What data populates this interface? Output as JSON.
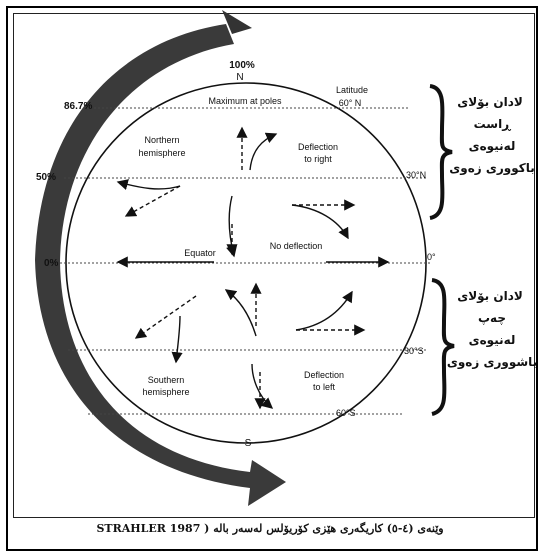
{
  "figure": {
    "pole_n": "N",
    "pole_s": "S",
    "labels": {
      "max_at_poles": "Maximum at poles",
      "latitude": "Latitude",
      "lat_60n": "60° N",
      "lat_30n": "30°N",
      "lat_0": "0°",
      "lat_30s": "30°S",
      "lat_60s": "60°S",
      "northern_hemisphere": [
        "Northern",
        "hemisphere"
      ],
      "deflection_right": [
        "Deflection",
        "to right"
      ],
      "equator": "Equator",
      "no_deflection": "No deflection",
      "southern_hemisphere": [
        "Southern",
        "hemisphere"
      ],
      "deflection_left": [
        "Deflection",
        "to left"
      ]
    },
    "percent_scale": {
      "p100": "100%",
      "p86": "86.7%",
      "p50": "50%",
      "p0": "0%"
    },
    "kurdish_right_upper": [
      "لادان بۆلای",
      "ڕاست",
      "لەنیوەی",
      "باکووری زەوی"
    ],
    "kurdish_right_lower": [
      "لادان بۆلای",
      "چەپ",
      "لەنیوەی",
      "باشووری زەوی"
    ],
    "caption": "وێنەی (٤-٥) کاریگەری هێزی کۆریۆلس لەسەر بالە ( STRAHLER 1987",
    "colors": {
      "ink": "#111111",
      "arc_fill": "#3a3a3a",
      "paper": "#ffffff"
    },
    "icons": [
      "curved-rotation-arrow-icon"
    ]
  }
}
